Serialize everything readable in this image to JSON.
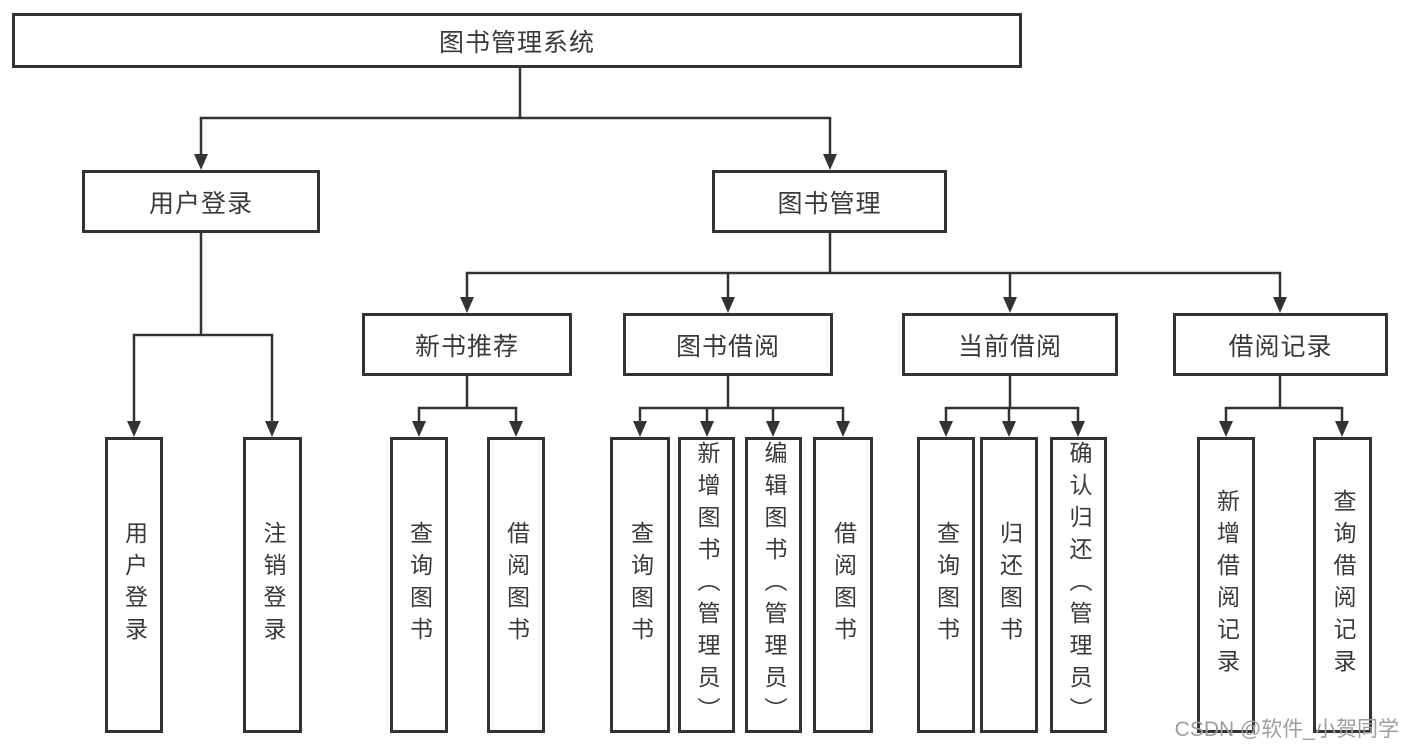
{
  "diagram_title": "图书管理系统",
  "watermark": "CSDN @软件_小贺同学",
  "colors": {
    "line": "#333333",
    "box_border": "#333333",
    "box_fill": "#ffffff",
    "text": "#3a3a3a",
    "watermark": "#9e9e9e",
    "background": "#ffffff"
  },
  "tree": {
    "label": "图书管理系统",
    "children": [
      {
        "label": "用户登录",
        "children": [
          {
            "label": "用户登录"
          },
          {
            "label": "注销登录"
          }
        ]
      },
      {
        "label": "图书管理",
        "children": [
          {
            "label": "新书推荐",
            "children": [
              {
                "label": "查询图书"
              },
              {
                "label": "借阅图书"
              }
            ]
          },
          {
            "label": "图书借阅",
            "children": [
              {
                "label": "查询图书"
              },
              {
                "label": "新增图书（管理员）"
              },
              {
                "label": "编辑图书（管理员）"
              },
              {
                "label": "借阅图书"
              }
            ]
          },
          {
            "label": "当前借阅",
            "children": [
              {
                "label": "查询图书"
              },
              {
                "label": "归还图书"
              },
              {
                "label": "确认归还（管理员）"
              }
            ]
          },
          {
            "label": "借阅记录",
            "children": [
              {
                "label": "新增借阅记录"
              },
              {
                "label": "查询借阅记录"
              }
            ]
          }
        ]
      }
    ]
  }
}
